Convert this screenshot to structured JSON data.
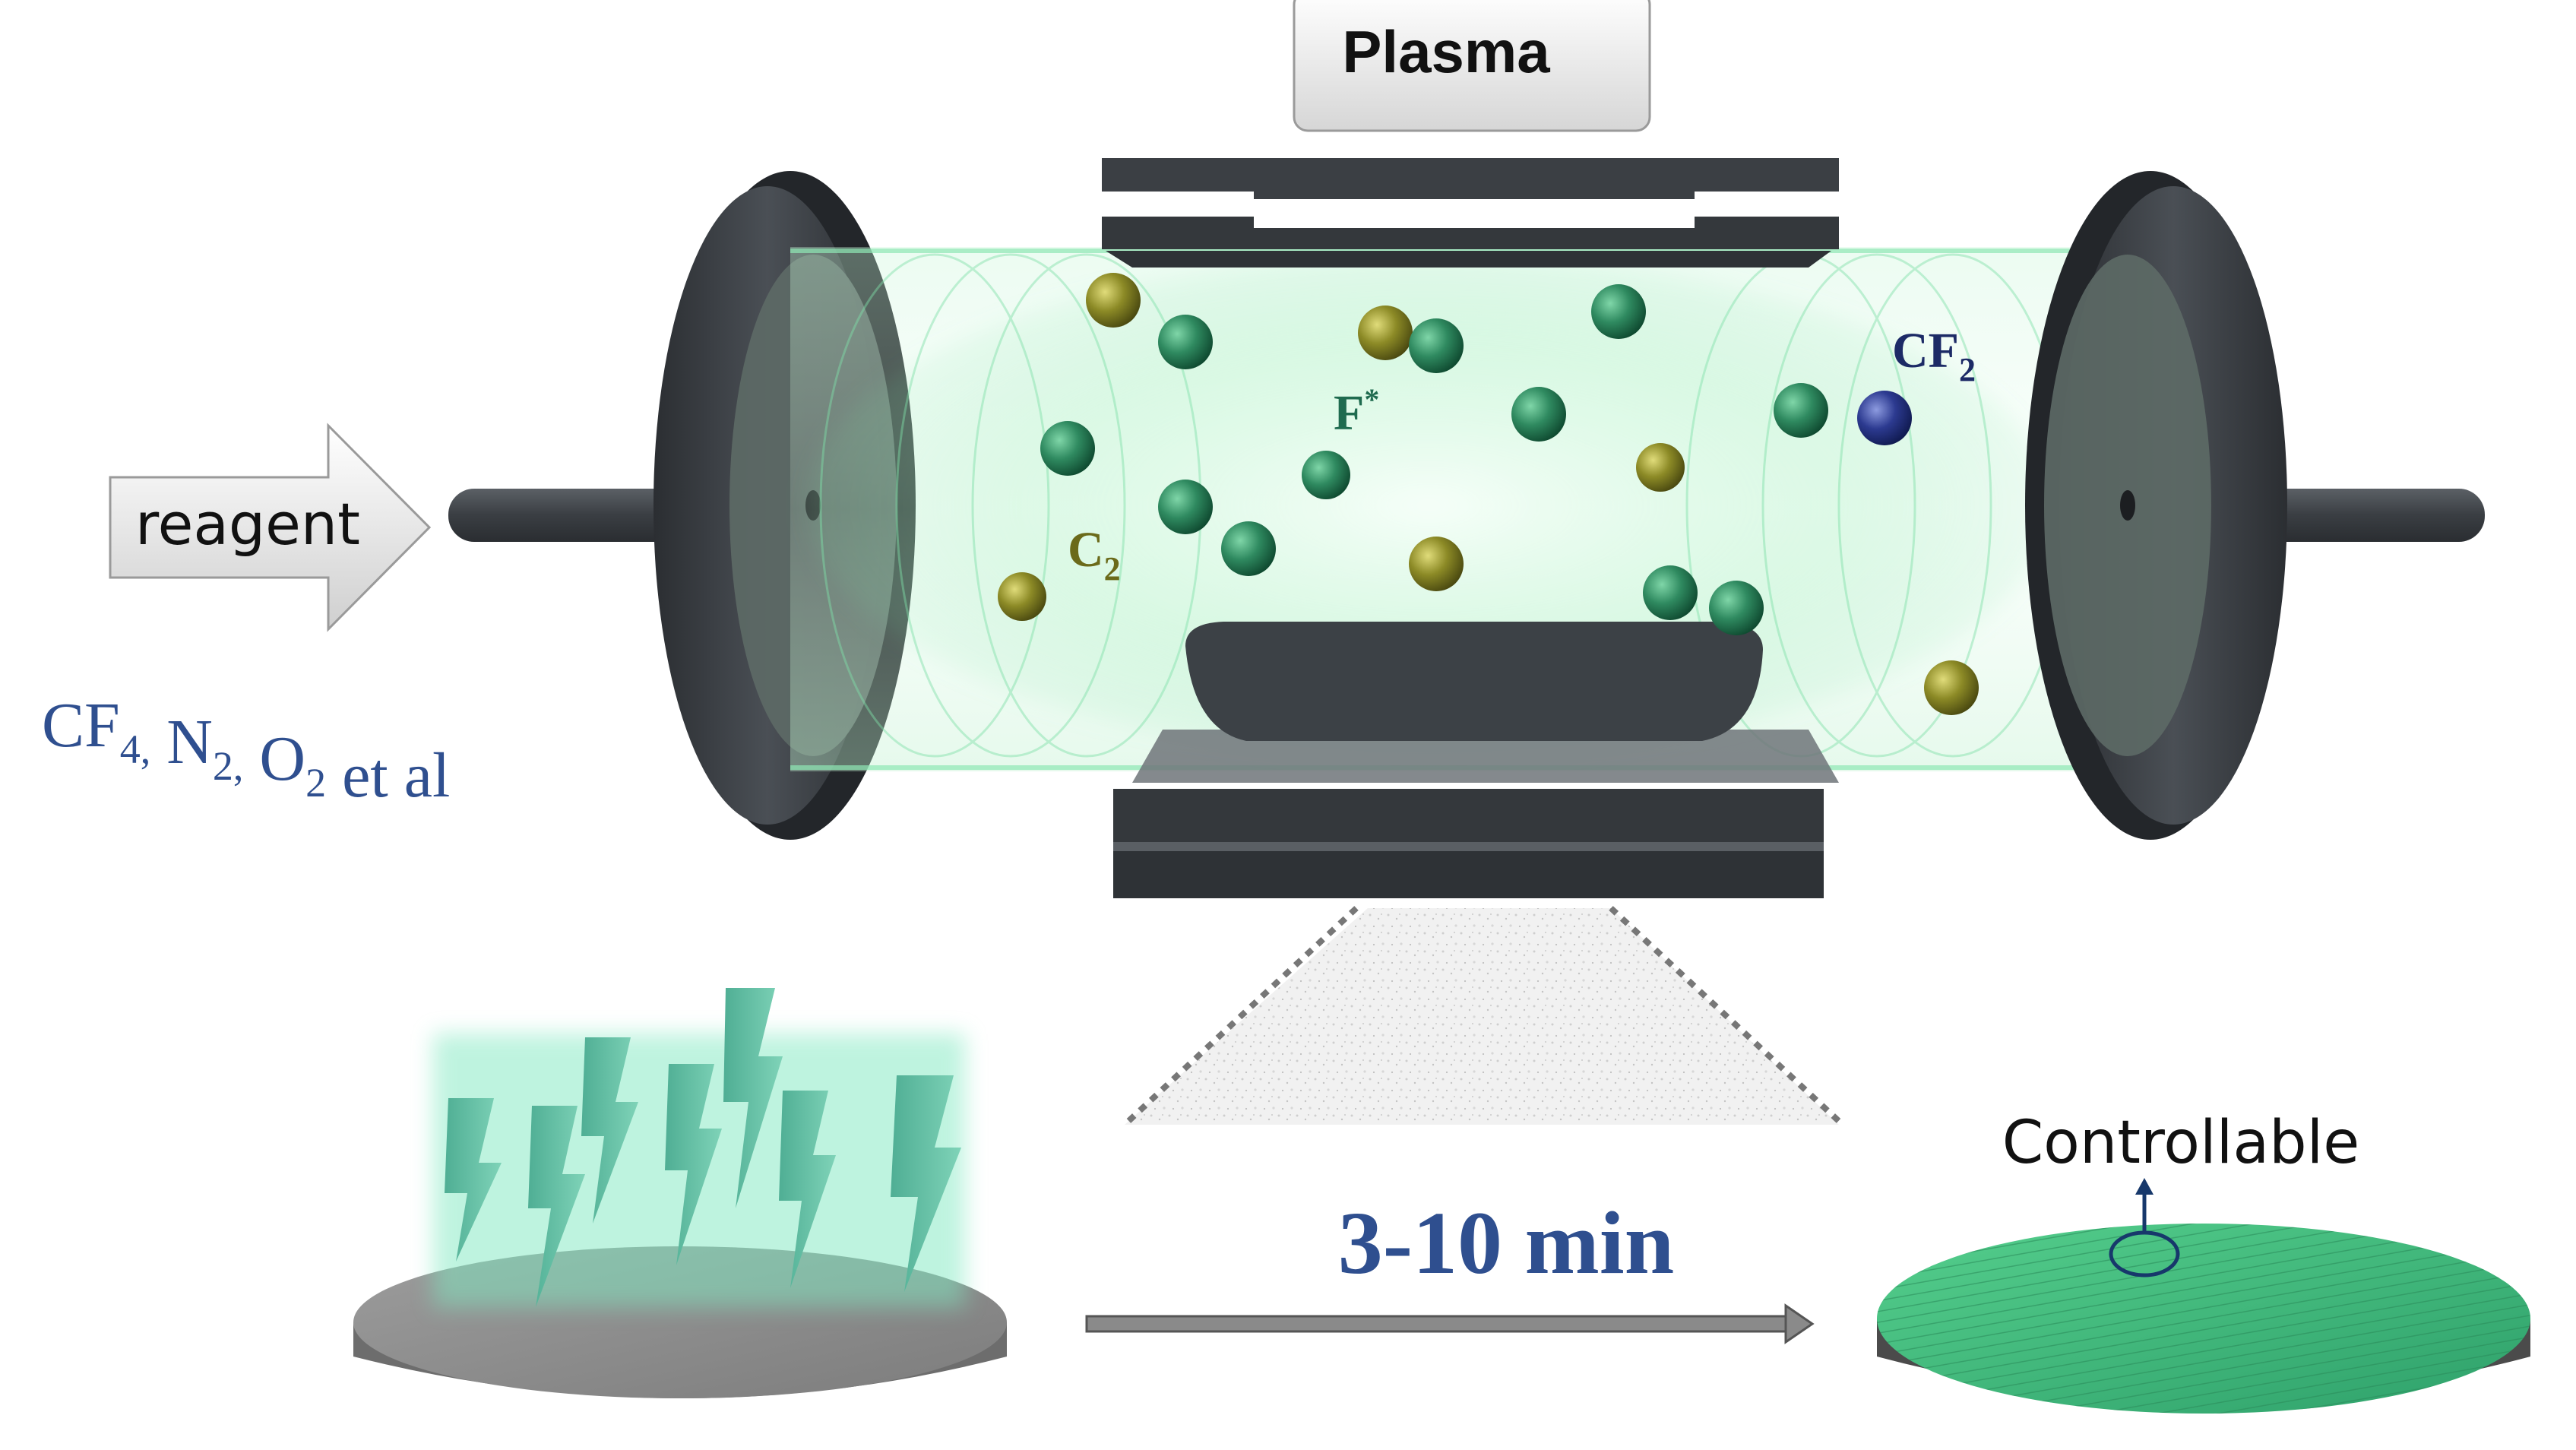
{
  "plasma_label": "Plasma",
  "reagent_label": "reagent",
  "gases": {
    "cf": "CF",
    "cf_sub": "4,",
    "n": "N",
    "n_sub": "2,",
    "o": "O",
    "o_sub": "2",
    "suffix": "et al"
  },
  "species": {
    "f_star": "F",
    "f_star_sup": "*",
    "c2": "C",
    "c2_sub": "2",
    "cf2": "CF",
    "cf2_sub": "2"
  },
  "time_label": "3-10 min",
  "controllable_label": "Controllable",
  "colors": {
    "text_blue": "#2f4f8f",
    "species_green": "#1f6b4f",
    "species_olive": "#6b6a1a",
    "species_navy": "#1c2a66",
    "flange_dark": "#3b3f44",
    "glow_green": "#a8f0c0",
    "disc_green": "#3cb878",
    "disc_gray": "#8a8a8a"
  }
}
